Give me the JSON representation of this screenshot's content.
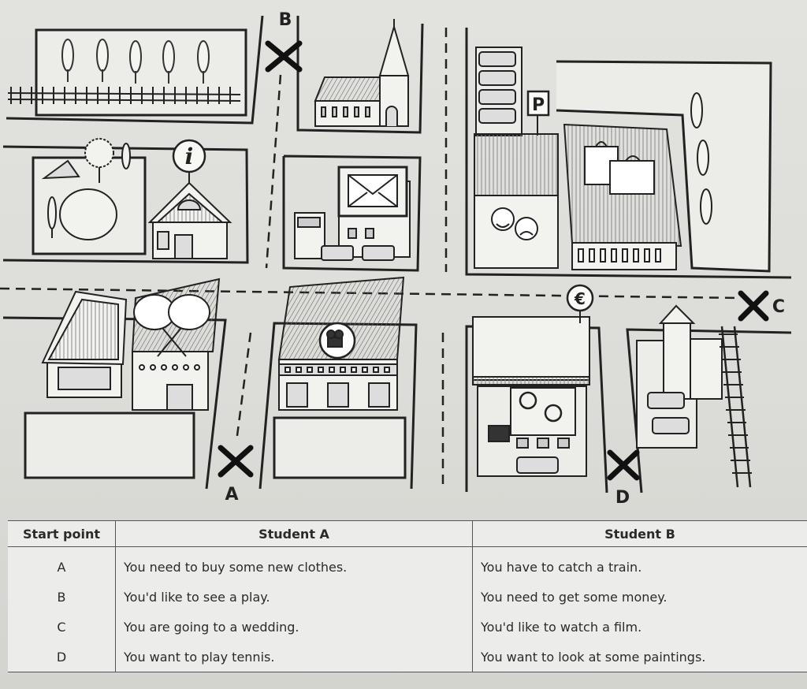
{
  "map": {
    "points": [
      {
        "id": "A",
        "label": "A"
      },
      {
        "id": "B",
        "label": "B"
      },
      {
        "id": "C",
        "label": "C"
      },
      {
        "id": "D",
        "label": "D"
      }
    ],
    "icons": {
      "info_glyph": "i",
      "parking_glyph": "P",
      "currency_glyph": "€"
    },
    "places": [
      "park",
      "church",
      "tourist-information",
      "post-office",
      "car-park",
      "shopping-centre",
      "theatre",
      "hotel",
      "sports-shop",
      "cinema",
      "bank",
      "jeweller",
      "train-station"
    ]
  },
  "table": {
    "headers": [
      "Start point",
      "Student A",
      "Student B"
    ],
    "rows": [
      {
        "start": "A",
        "student_a": "You need to buy some new clothes.",
        "student_b": "You have to catch a train."
      },
      {
        "start": "B",
        "student_a": "You'd like to see a play.",
        "student_b": "You need to get some money."
      },
      {
        "start": "C",
        "student_a": "You are going to a wedding.",
        "student_b": "You'd like to watch a film."
      },
      {
        "start": "D",
        "student_a": "You want to play tennis.",
        "student_b": "You want to look at some paintings."
      }
    ]
  }
}
